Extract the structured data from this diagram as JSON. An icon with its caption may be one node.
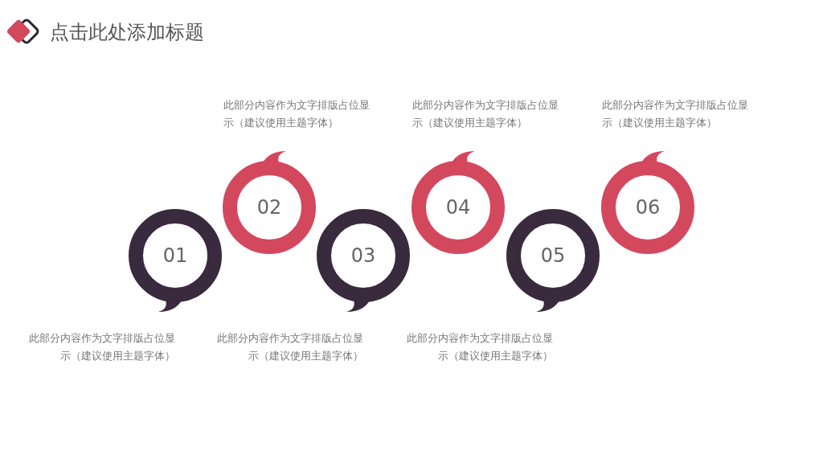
{
  "diagram": {
    "title": "点击此处添加标题",
    "nodes": [
      {
        "text": [
          "01"
        ],
        "beside": [
          "此部分内容作为文字排版占位显示（建议使用主题字体）"
        ]
      },
      {
        "text": [
          "02"
        ],
        "beside": [
          "此部分内容作为文字排版占位显示（建议使用主题字体）"
        ]
      },
      {
        "text": [
          "03"
        ],
        "beside": [
          "此部分内容作为文字排版占位显示（建议使用主题字体）"
        ]
      },
      {
        "text": [
          "04"
        ],
        "beside": [
          "此部分内容作为文字排版占位显示（建议使用主题字体）"
        ]
      },
      {
        "text": [
          "05"
        ],
        "beside": [
          "此部分内容作为文字排版占位显示（建议使用主题字体）"
        ]
      },
      {
        "text": [
          "06"
        ],
        "beside": [
          "此部分内容作为文字排版占位显示（建议使用主题字体）"
        ]
      }
    ],
    "edges": []
  }
}
